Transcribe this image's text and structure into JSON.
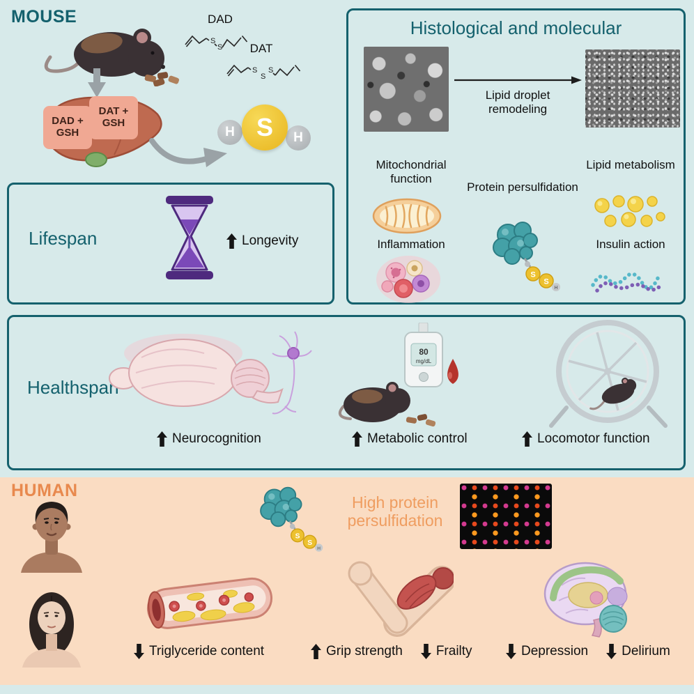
{
  "shared": {
    "s": "S",
    "h": "H"
  },
  "colors": {
    "mouse_bg": "#d7eaea",
    "human_bg": "#fadcc2",
    "box_border": "#15616d",
    "teal_heading": "#14616d",
    "orange_heading": "#e8894e",
    "h2s_yellow": "#e8b51e",
    "liver": "#bf6a50"
  },
  "mouse": {
    "label": "MOUSE",
    "dad": "DAD",
    "dat": "DAT",
    "liver_box_1": "DAD + GSH",
    "liver_box_2": "DAT + GSH"
  },
  "lifespan": {
    "title": "Lifespan",
    "outcome": "Longevity"
  },
  "histology": {
    "title": "Histological and molecular",
    "arrow_label": "Lipid droplet remodeling",
    "items": {
      "mito": "Mitochondrial function",
      "persulf": "Protein persulfidation",
      "lipid": "Lipid metabolism",
      "inflammation": "Inflammation",
      "insulin": "Insulin action"
    }
  },
  "healthspan": {
    "title": "Healthspan",
    "neuro": "Neurocognition",
    "metabolic": "Metabolic control",
    "locomotor": "Locomotor function",
    "meter_value": "80",
    "meter_unit": "mg/dL"
  },
  "human": {
    "label": "HUMAN",
    "headline": "High protein persulfidation",
    "triglyceride": "Triglyceride content",
    "grip": "Grip strength",
    "frailty": "Frailty",
    "depression": "Depression",
    "delirium": "Delirium"
  }
}
